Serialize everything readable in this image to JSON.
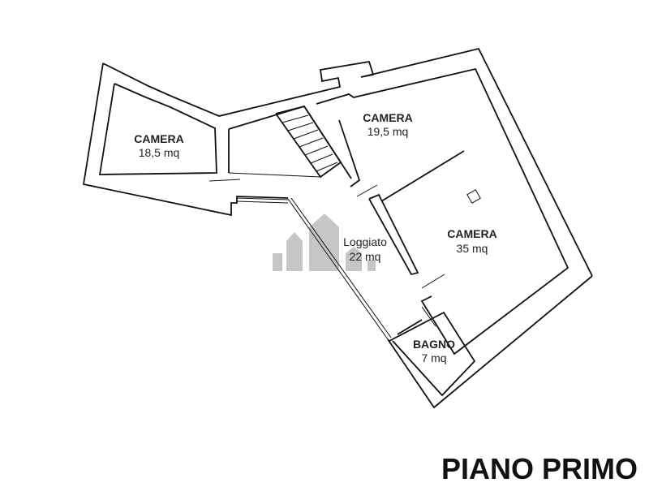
{
  "title": "PIANO PRIMO",
  "rooms": [
    {
      "name": "CAMERA",
      "area": "18,5 mq"
    },
    {
      "name": "CAMERA",
      "area": "19,5 mq"
    },
    {
      "name": "CAMERA",
      "area": "35 mq"
    },
    {
      "name": "Loggiato",
      "area": "22 mq"
    },
    {
      "name": "BAGNO",
      "area": "7 mq"
    }
  ],
  "watermark_color": "#b0b0b0"
}
